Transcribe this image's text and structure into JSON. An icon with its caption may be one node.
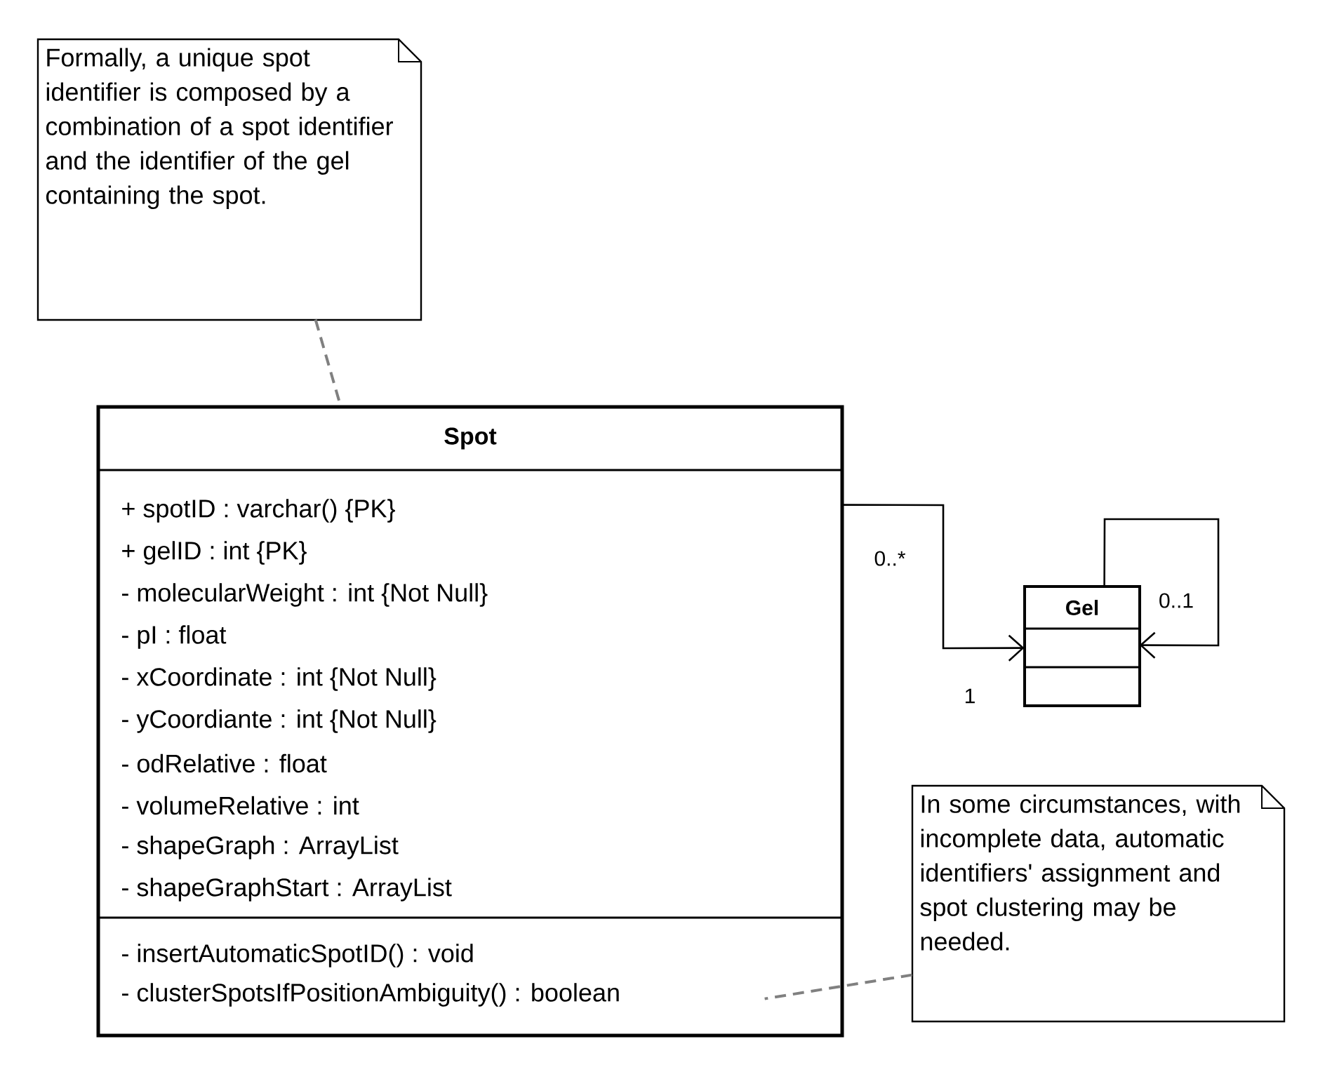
{
  "diagram": {
    "nodes": [
      {
        "text": [
          "Formally, a unique spot identifier is composed by a combination of a spot identifier and the identifier of the gel containing the spot."
        ]
      },
      {
        "text": [
          "Spot",
          "+ spotID : varchar() {PK}",
          "+ gelID : int {PK}",
          "- molecularWeight : int {Not Null}",
          "- pI : float",
          "- xCoordinate : int {Not Null}",
          "- yCoordiante : int {Not Null}",
          "- odRelative : float",
          "- volumeRelative : int",
          "- shapeGraph : ArrayList",
          "- shapeGraphStart : ArrayList",
          "- insertAutomaticSpotID() : void",
          "- clusterSpotsIfPositionAmbiguity() : boolean"
        ]
      },
      {
        "text": [
          "Gel"
        ]
      },
      {
        "text": [
          "In some circumstances, with incomplete data, automatic identifiers' assignment and spot clustering may be needed."
        ]
      }
    ],
    "edges": [
      {
        "from": 0,
        "to": 1,
        "arrow": "none",
        "style": "dashed",
        "color": "#808080"
      },
      {
        "from": 1,
        "to": 2,
        "arrow": "to",
        "color": "#000000"
      },
      {
        "from": 2,
        "to": 2,
        "arrow": "to",
        "color": "#000000"
      },
      {
        "from": 3,
        "to": 1,
        "arrow": "none",
        "style": "dashed",
        "color": "#808080"
      }
    ],
    "labels": [
      "0..*",
      "1",
      "0..1"
    ]
  }
}
